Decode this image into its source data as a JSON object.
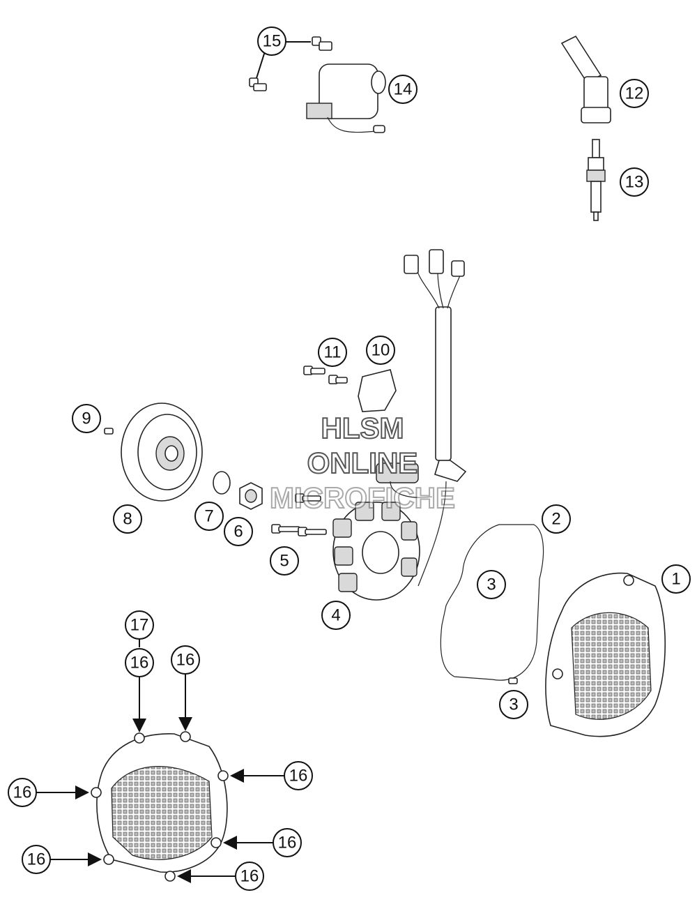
{
  "callouts": [
    "1",
    "2",
    "3",
    "3",
    "4",
    "5",
    "6",
    "7",
    "8",
    "9",
    "10",
    "11",
    "12",
    "13",
    "14",
    "15",
    "16",
    "16",
    "16",
    "16",
    "16",
    "16",
    "16",
    "17"
  ],
  "watermark": {
    "line1": "HLSM",
    "line2": "ONLINE",
    "line3": "MICROFICHE"
  }
}
